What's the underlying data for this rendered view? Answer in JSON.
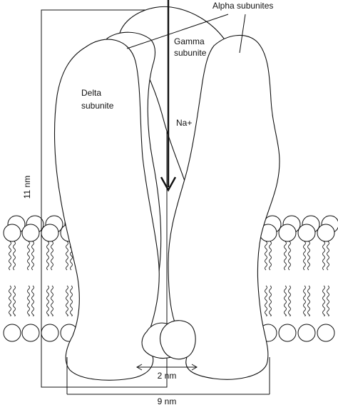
{
  "labels": {
    "alpha": "Alpha subunites",
    "gamma_line1": "Gamma",
    "gamma_line2": "subunite",
    "delta_line1": "Delta",
    "delta_line2": "subunite",
    "ion": "Na+",
    "height": "11 nm",
    "pore_width": "2 nm",
    "width": "9 nm"
  },
  "colors": {
    "ink": "#111111",
    "fill": "#ffffff"
  }
}
